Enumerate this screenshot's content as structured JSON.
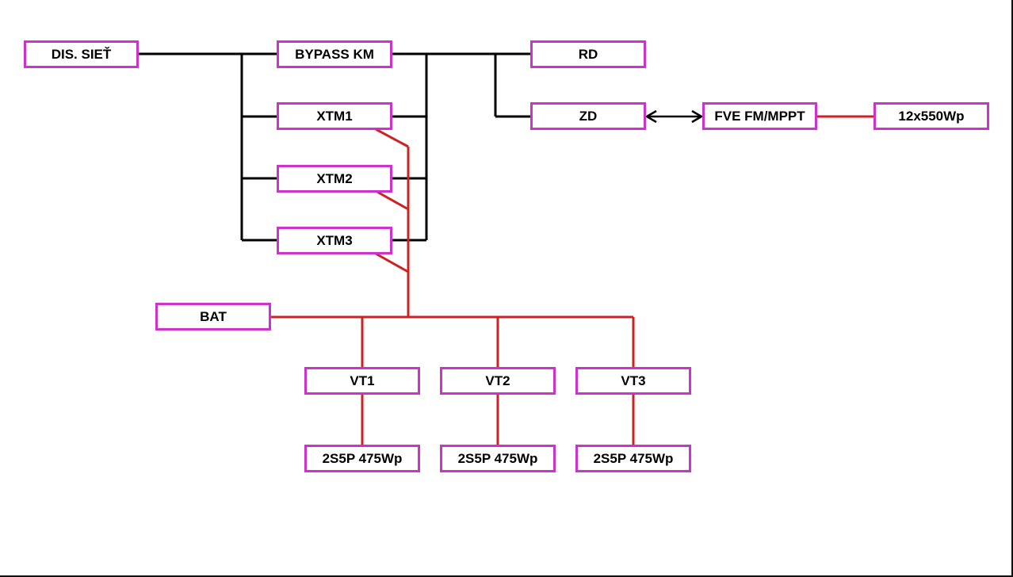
{
  "diagram": {
    "colors": {
      "box_border": "#cc33cc",
      "ac_line": "#000000",
      "dc_line": "#cc2222"
    },
    "nodes": {
      "grid": "DIS. SIEŤ",
      "bypass": "BYPASS KM",
      "xtm1": "XTM1",
      "xtm2": "XTM2",
      "xtm3": "XTM3",
      "rd": "RD",
      "zd": "ZD",
      "fve_mppt": "FVE FM/MPPT",
      "pv_array": "12x550Wp",
      "bat": "BAT",
      "vt1": "VT1",
      "vt2": "VT2",
      "vt3": "VT3",
      "pv1": "2S5P 475Wp",
      "pv2": "2S5P 475Wp",
      "pv3": "2S5P 475Wp"
    }
  }
}
